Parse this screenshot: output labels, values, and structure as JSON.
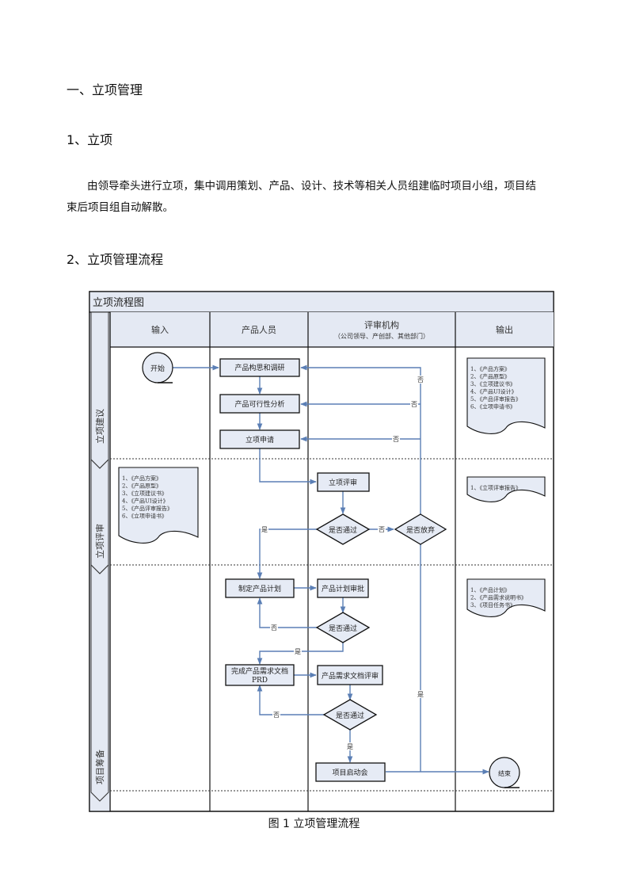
{
  "document": {
    "heading_main": "一、立项管理",
    "heading_section1": "1、立项",
    "paragraph": "由领导牵头进行立项，集中调用策划、产品、设计、技术等相关人员组建临时项目小组，项目结束后项目组自动解散。",
    "heading_section2": "2、立项管理流程",
    "figure_caption": "图 1  立项管理流程"
  },
  "flowchart": {
    "title": "立项流程图",
    "columns": [
      {
        "label": "输入",
        "sublabel": ""
      },
      {
        "label": "产品人员",
        "sublabel": ""
      },
      {
        "label": "评审机构",
        "sublabel": "（公司领导、产创部、其他部门）"
      },
      {
        "label": "输出",
        "sublabel": ""
      }
    ],
    "phases": [
      "立项建议",
      "立项评审",
      "项目筹备"
    ],
    "nodes": {
      "start": "开始",
      "idea": "产品构思和调研",
      "feasibility": "产品可行性分析",
      "apply": "立项申请",
      "review": "立项评审",
      "pass1": "是否通过",
      "abandon": "是否放弃",
      "plan": "制定产品计划",
      "plan_approve": "产品计划审批",
      "pass2": "是否通过",
      "prd_line1": "完成产品需求文档",
      "prd_line2": "PRD",
      "prd_review": "产品需求文档评审",
      "pass3": "是否通过",
      "kickoff": "项目启动会",
      "end": "结束"
    },
    "edge_labels": {
      "yes": "是",
      "no": "否"
    },
    "documents": {
      "phase1_output": [
        "1、《产品方案》",
        "2、《产品原型》",
        "3、《立项建议书》",
        "4、《产品UI设计》",
        "5、《产品评审报告》",
        "6、《立项申请书》"
      ],
      "phase2_input": [
        "1、《产品方案》",
        "2、《产品原型》",
        "3、《立项建议书》",
        "4、《产品UI设计》",
        "5、《产品评审报告》",
        "6、《立项申请书》"
      ],
      "phase2_output": [
        "1、《立项评审报告》"
      ],
      "phase3_output": [
        "1、《产品计划》",
        "2、《产品需求说明书》",
        "3、《项目任务书》"
      ]
    },
    "colors": {
      "box_fill": "#e6ebf5",
      "header_fill": "#e4e9f3",
      "connector": "#5b7fb5",
      "border": "#111111"
    }
  }
}
